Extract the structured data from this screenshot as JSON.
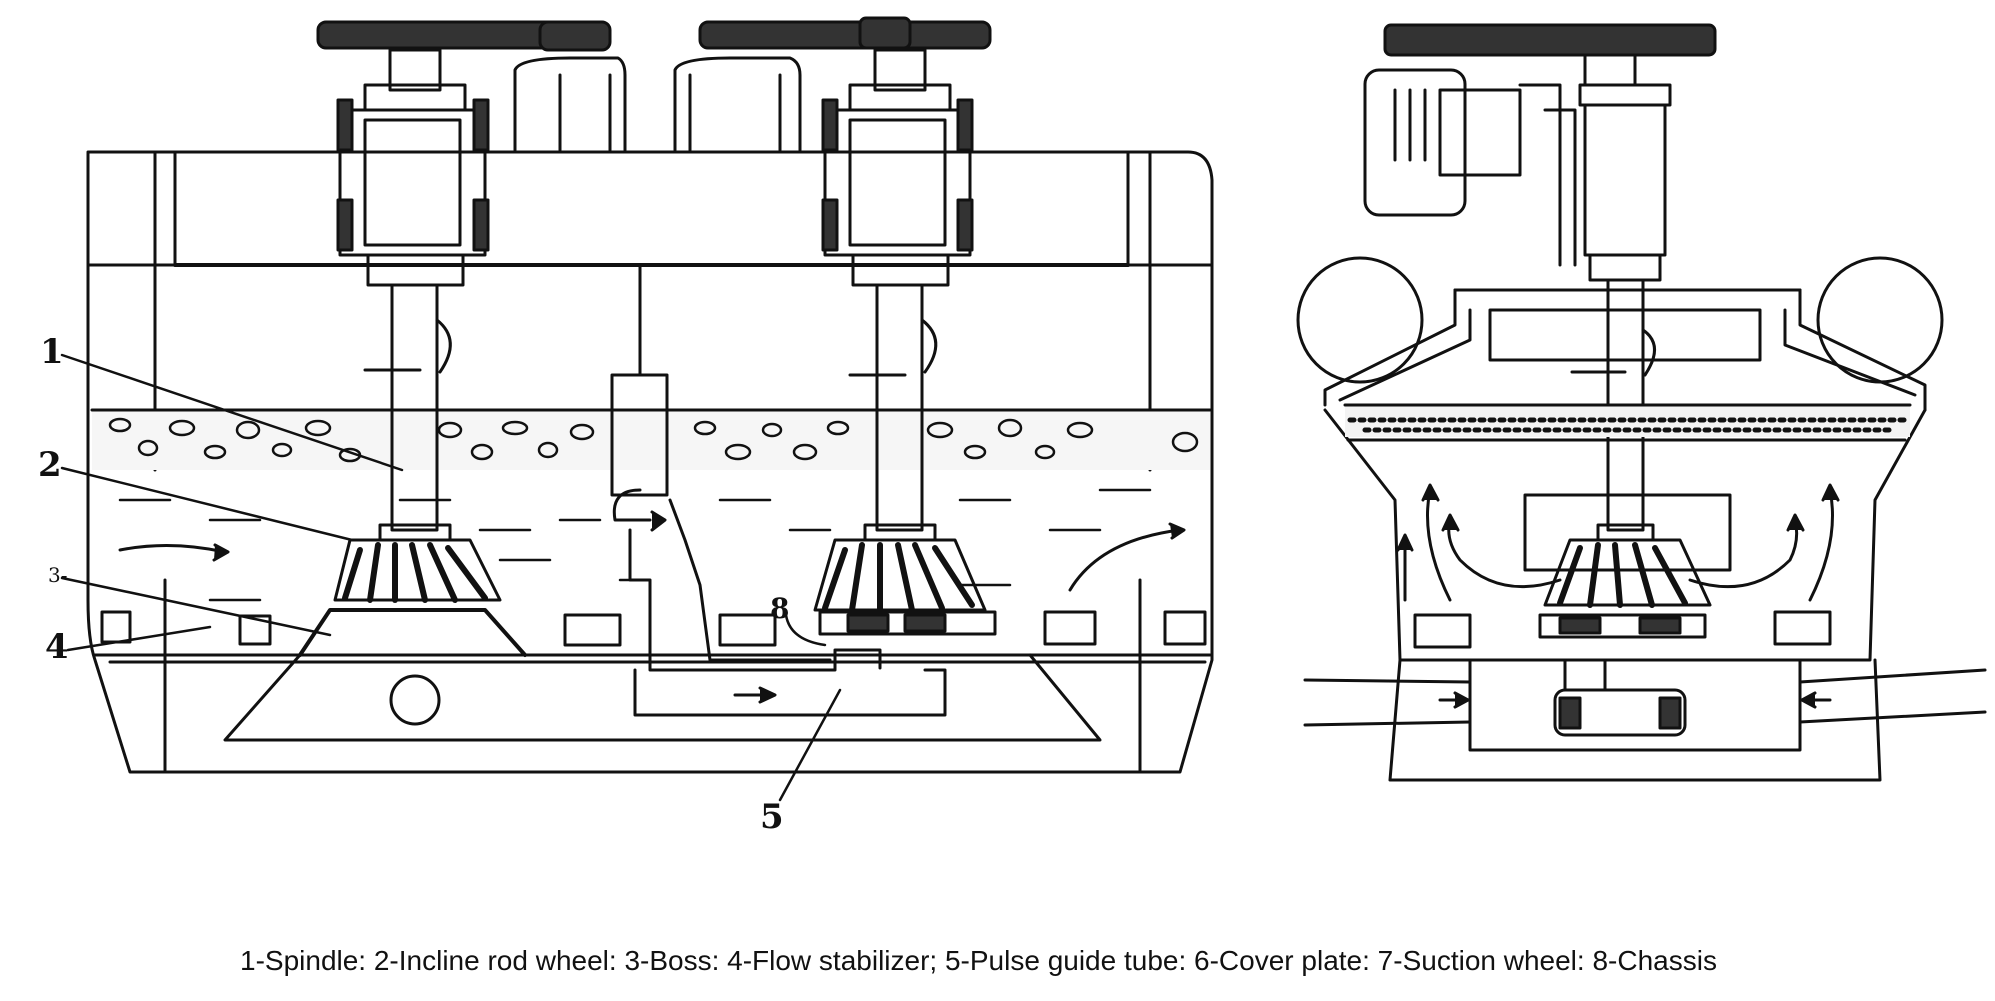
{
  "callouts": {
    "c1": "1",
    "c2": "2",
    "c3": "3-",
    "c4": "4",
    "c5": "5",
    "c8": "8"
  },
  "caption": "1-Spindle: 2-Incline rod wheel: 3-Boss: 4-Flow stabilizer; 5-Pulse guide tube: 6-Cover plate: 7-Suction wheel: 8-Chassis",
  "colors": {
    "ink": "#111111",
    "paper": "#ffffff"
  }
}
